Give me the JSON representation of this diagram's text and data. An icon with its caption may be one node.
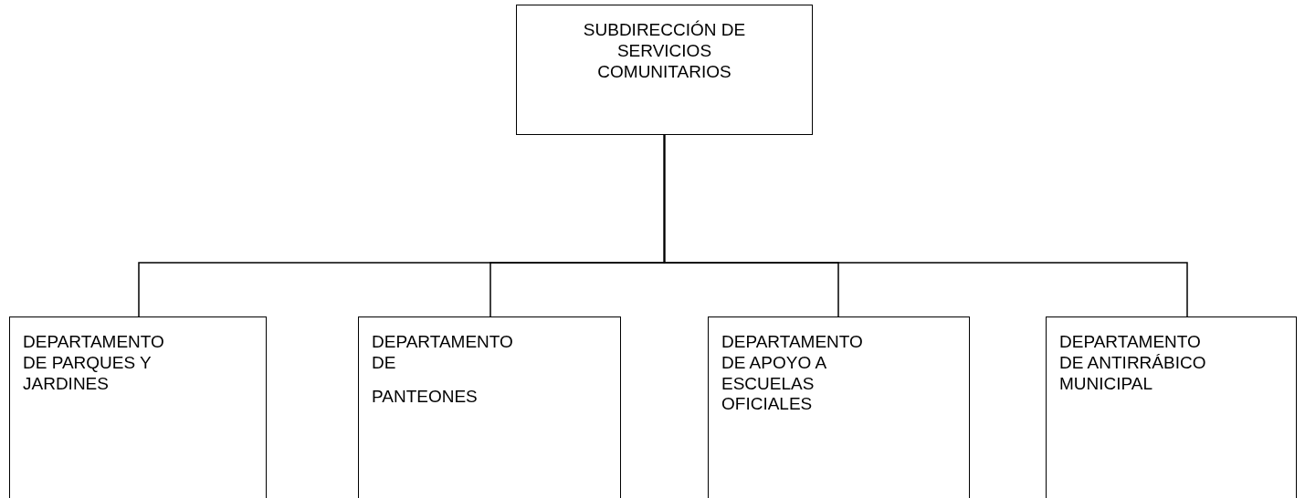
{
  "diagram": {
    "nodes": [
      {
        "text": [
          "SUBDIRECCIÓN DE SERVICIOS COMUNITARIOS"
        ]
      },
      {
        "text": [
          "DEPARTAMENTO DE PARQUES Y JARDINES"
        ]
      },
      {
        "text": [
          "DEPARTAMENTO DE",
          "PANTEONES"
        ]
      },
      {
        "text": [
          "DEPARTAMENTO DE APOYO A ESCUELAS OFICIALES"
        ]
      },
      {
        "text": [
          "DEPARTAMENTO DE ANTIRRÁBICO MUNICIPAL"
        ]
      }
    ],
    "edges": [
      {
        "from": 0,
        "to": 1,
        "arrow": "none"
      },
      {
        "from": 0,
        "to": 2,
        "arrow": "none"
      },
      {
        "from": 0,
        "to": 3,
        "arrow": "none"
      },
      {
        "from": 0,
        "to": 4,
        "arrow": "none"
      }
    ]
  }
}
